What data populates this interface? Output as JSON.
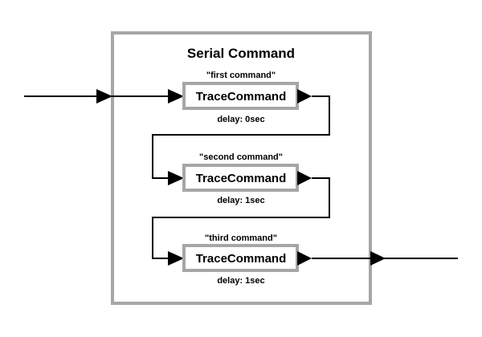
{
  "colors": {
    "container_border": "#a6a6a6",
    "box_border": "#a6a6a6",
    "box_fill": "#ffffff",
    "line": "#000000"
  },
  "container": {
    "title": "Serial Command"
  },
  "commands": [
    {
      "caption": "\"first command\"",
      "label": "TraceCommand",
      "delay": "delay: 0sec"
    },
    {
      "caption": "\"second command\"",
      "label": "TraceCommand",
      "delay": "delay: 1sec"
    },
    {
      "caption": "\"third command\"",
      "label": "TraceCommand",
      "delay": "delay: 1sec"
    }
  ]
}
